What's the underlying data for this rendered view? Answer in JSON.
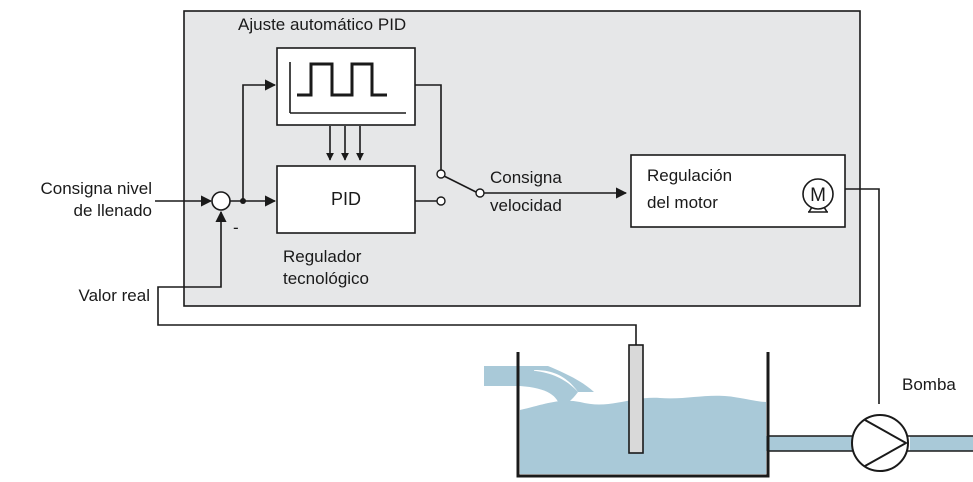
{
  "labels": {
    "autotune_title": "Ajuste automático PID",
    "pid": "PID",
    "regulator_line1": "Regulador",
    "regulator_line2": "tecnológico",
    "setpoint_line1": "Consigna nivel",
    "setpoint_line2": "de llenado",
    "actual_value": "Valor real",
    "minus_sign": "-",
    "speed_setpoint_line1": "Consigna",
    "speed_setpoint_line2": "velocidad",
    "motor_control_line1": "Regulación",
    "motor_control_line2": "del motor",
    "motor_symbol": "M",
    "pump": "Bomba"
  },
  "colors": {
    "panel_fill": "#e6e7e8",
    "box_fill": "#ffffff",
    "line": "#1a1a1a",
    "water": "#a9c9d8",
    "water_pipe": "#a9c9d8",
    "sensor_fill": "#d9d9d9"
  },
  "icons": {
    "summing_junction": "circle-junction-icon",
    "switch": "changeover-switch-icon",
    "motor": "motor-icon",
    "pump": "pump-icon",
    "square_wave": "square-wave-icon"
  }
}
